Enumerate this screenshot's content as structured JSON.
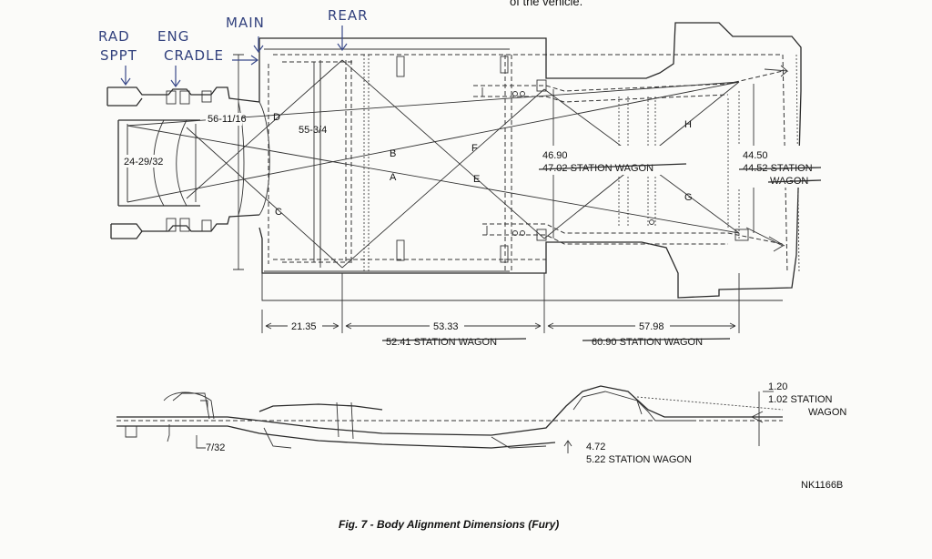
{
  "header_fragment": "of the vehicle.",
  "handwritten": {
    "rad_sppt": [
      "RAD",
      "SPPT"
    ],
    "eng_cradle": [
      "ENG",
      "CRADLE"
    ],
    "main": "MAIN",
    "rear": "REAR"
  },
  "diagonal_letters": [
    "A",
    "B",
    "C",
    "D",
    "E",
    "F",
    "G",
    "H"
  ],
  "dimensions": {
    "d_56_11_16": "56-11/16",
    "d_55_3_4": "55-3/4",
    "d_24_29_32": "24-29/32",
    "d_46_90": "46.90",
    "d_47_02_sw": "47.02 STATION WAGON",
    "d_44_50": "44.50",
    "d_44_52_sw_1": "44.52 STATION",
    "d_44_52_sw_2": "WAGON",
    "d_21_35": "21.35",
    "d_53_33": "53.33",
    "d_52_41_sw": "52.41 STATION WAGON",
    "d_57_98": "57.98",
    "d_60_90_sw": "60.90 STATION WAGON",
    "d_7_32": "7/32",
    "d_1_20": "1.20",
    "d_1_02_sw_1": "1.02 STATION",
    "d_1_02_sw_2": "WAGON",
    "d_4_72": "4.72",
    "d_5_22_sw": "5.22 STATION WAGON"
  },
  "part_number": "NK1166B",
  "caption": "Fig. 7 - Body Alignment Dimensions (Fury)"
}
